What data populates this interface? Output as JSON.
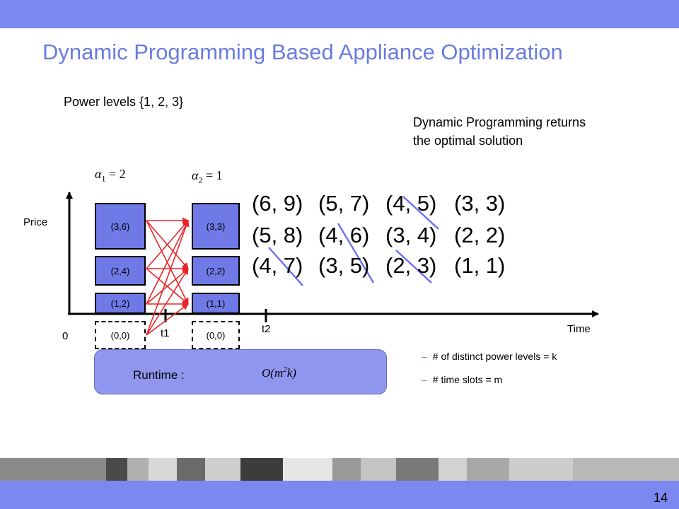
{
  "title": "Dynamic Programming Based Appliance Optimization",
  "power_levels": "Power levels {1, 2, 3}",
  "dp_note": [
    "Dynamic Programming returns",
    "the optimal solution"
  ],
  "alpha1": {
    "sym": "α",
    "sub": "1",
    "rhs": " = 2"
  },
  "alpha2": {
    "sym": "α",
    "sub": "2",
    "rhs": " = 1"
  },
  "axis": {
    "price": "Price",
    "time": "Time",
    "origin": "0",
    "t1": "t1",
    "t2": "t2"
  },
  "col1": [
    "(3,6)",
    "(2,4)",
    "(1,2)",
    "(0,0)"
  ],
  "col2": [
    "(3,3)",
    "(2,2)",
    "(1,1)",
    "(0,0)"
  ],
  "pairs": [
    [
      "(6, 9)",
      "(5, 7)",
      "(4, 5)",
      "(3, 3)"
    ],
    [
      "(5, 8)",
      "(4, 6)",
      "(3, 4)",
      "(2, 2)"
    ],
    [
      "(4, 7)",
      "(3, 5)",
      "(2, 3)",
      "(1, 1)"
    ]
  ],
  "runtime": {
    "label": "Runtime :",
    "open": "O(",
    "m": "m",
    "exp": "2",
    "k": "k",
    "close": ")"
  },
  "bullets": [
    "# of distinct power levels = k",
    "# time slots = m"
  ],
  "bullet_mark": "–",
  "page_number": "14",
  "colors": {
    "accent": "#7b88ef",
    "box": "#6f7ae6",
    "arrow": "#e8252a",
    "strike": "#6a6ff0"
  }
}
